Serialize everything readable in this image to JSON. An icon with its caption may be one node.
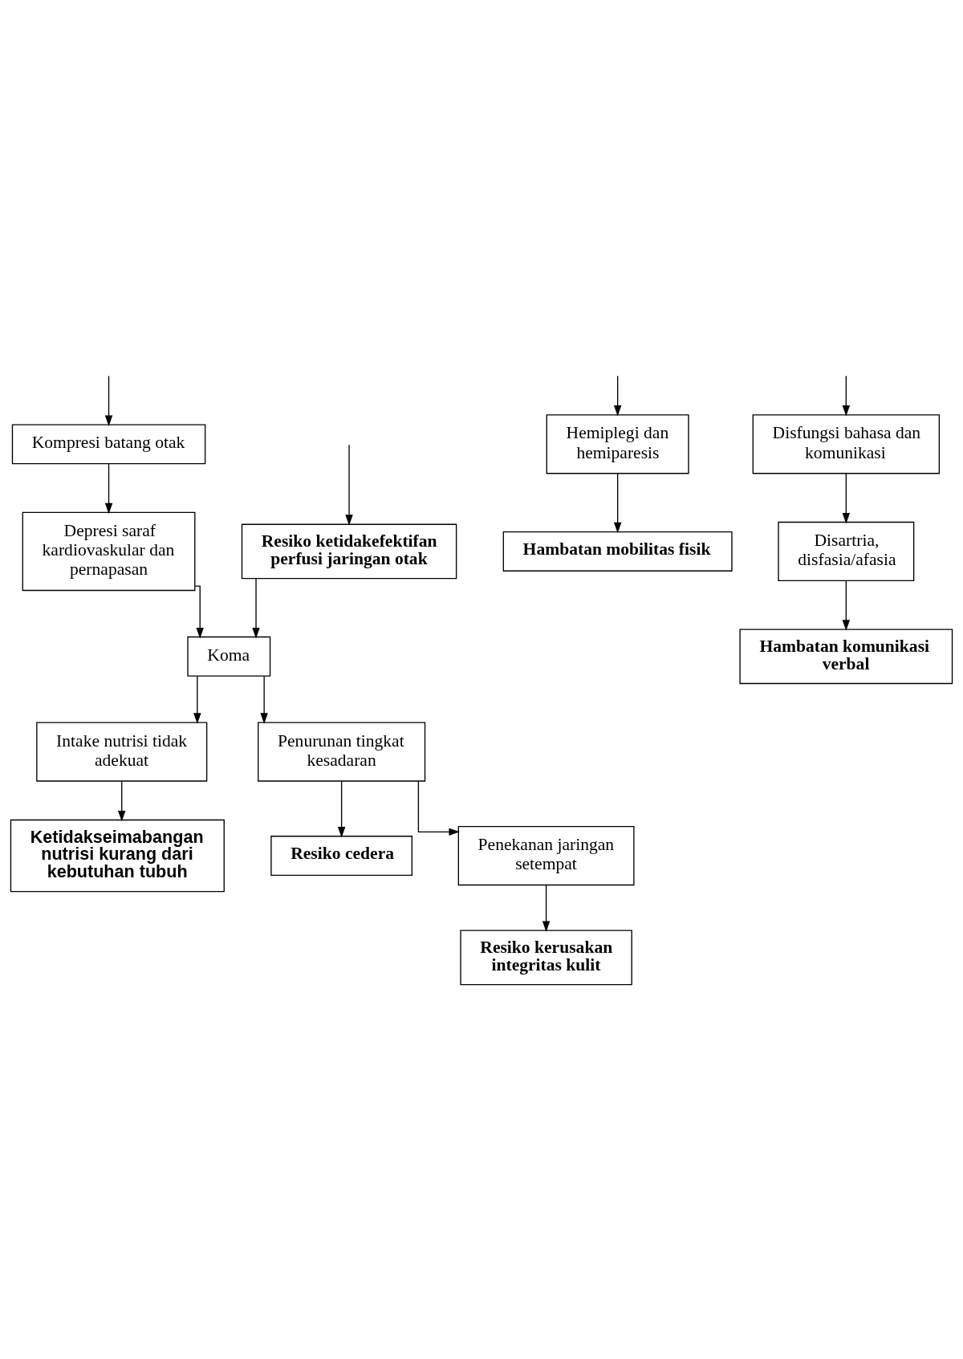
{
  "diagram": {
    "nodes": [
      {
        "text": [
          "Resiko ketidakefektifan perfusi jaringan otak"
        ]
      },
      {
        "text": [
          "Kompresi batang otak"
        ]
      },
      {
        "text": [
          "Depresi saraf kardiovaskular dan pernapasan"
        ]
      },
      {
        "text": [
          "Hemiplegi dan hemiparesis"
        ]
      },
      {
        "text": [
          "Hambatan mobilitas fisik"
        ]
      },
      {
        "text": [
          "Koma"
        ]
      },
      {
        "text": [
          "Intake nutrisi tidak adekuat"
        ]
      },
      {
        "text": [
          "Penurunan tingkat kesadaran"
        ]
      },
      {
        "text": [
          "Ketidakseimabangan nutrisi kurang dari kebutuhan tubuh"
        ]
      },
      {
        "text": [
          "Resiko cedera"
        ]
      },
      {
        "text": [
          "Disfungsi bahasa dan komunikasi"
        ]
      },
      {
        "text": [
          "Penekanan jaringan setempat"
        ]
      },
      {
        "text": [
          "Resiko kerusakan integritas kulit"
        ]
      },
      {
        "text": [
          "Disartria, disfasia/afasia"
        ]
      },
      {
        "text": [
          "Hambatan komunikasi verbal"
        ]
      }
    ],
    "edges": [
      {
        "from": null,
        "to": 0,
        "arrow": "to"
      },
      {
        "from": null,
        "to": 3,
        "arrow": "to"
      },
      {
        "from": null,
        "to": 1,
        "arrow": "to"
      },
      {
        "from": null,
        "to": 10,
        "arrow": "to"
      },
      {
        "from": 1,
        "to": 2,
        "arrow": "to"
      },
      {
        "from": 3,
        "to": 4,
        "arrow": "to"
      },
      {
        "from": 0,
        "to": 5,
        "arrow": "to"
      },
      {
        "from": 2,
        "to": 5,
        "arrow": "to"
      },
      {
        "from": 5,
        "to": 6,
        "arrow": "to"
      },
      {
        "from": 5,
        "to": 7,
        "arrow": "to"
      },
      {
        "from": 6,
        "to": 8,
        "arrow": "to"
      },
      {
        "from": 7,
        "to": 11,
        "arrow": "to"
      },
      {
        "from": 7,
        "to": 9,
        "arrow": "to"
      },
      {
        "from": 10,
        "to": 13,
        "arrow": "to"
      },
      {
        "from": 13,
        "to": 14,
        "arrow": "to"
      },
      {
        "from": 11,
        "to": 12,
        "arrow": "to"
      }
    ]
  }
}
